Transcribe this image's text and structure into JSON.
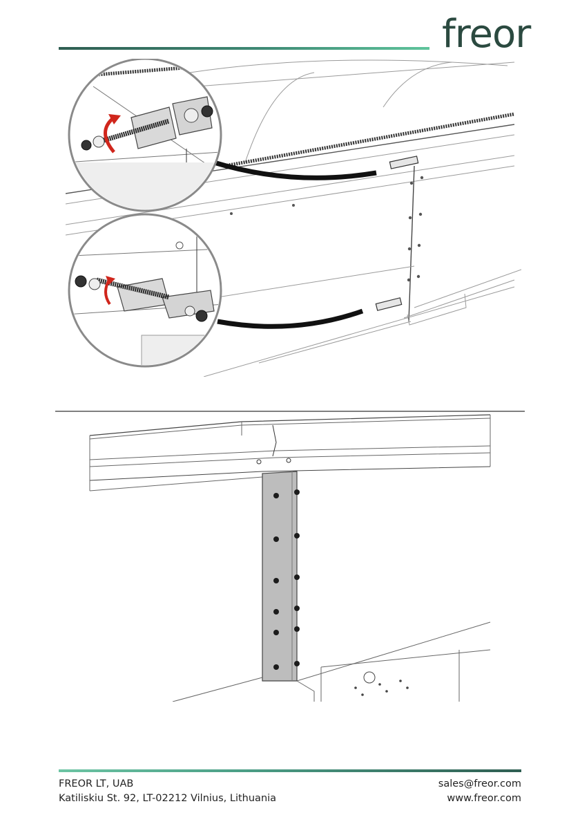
{
  "header": {
    "logo_text": "freor",
    "accent_color": "#2f5e52"
  },
  "footer": {
    "company": "FREOR LT, UAB",
    "address": "Katiliskiu St. 92, LT-02212 Vilnius, Lithuania",
    "email": "sales@freor.com",
    "website": "www.freor.com"
  },
  "figures": [
    {
      "icon": "rotation-arrow-icon",
      "highlight_color": "#d0261c"
    },
    {
      "icon": "bolt-plate-icon"
    }
  ]
}
